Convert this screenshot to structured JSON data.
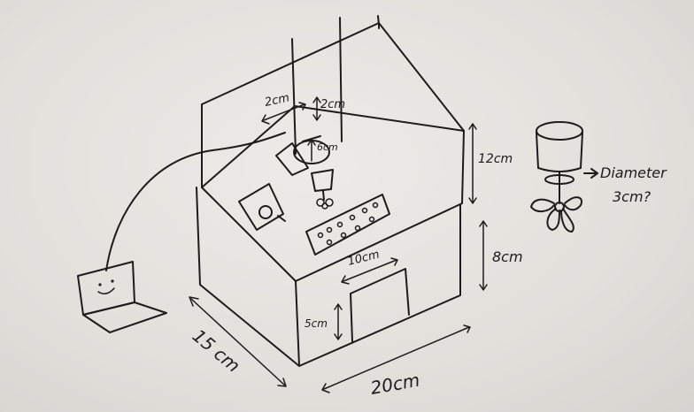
{
  "labels": {
    "top_width": "2cm",
    "top_height": "2cm",
    "funnel": "6cm",
    "height_upper": "12cm",
    "height_lower": "8cm",
    "opening_width": "10cm",
    "opening_height": "5cm",
    "depth": "15 cm",
    "width": "20cm",
    "fan_label_line1": "Diameter",
    "fan_label_line2": "3cm?"
  }
}
